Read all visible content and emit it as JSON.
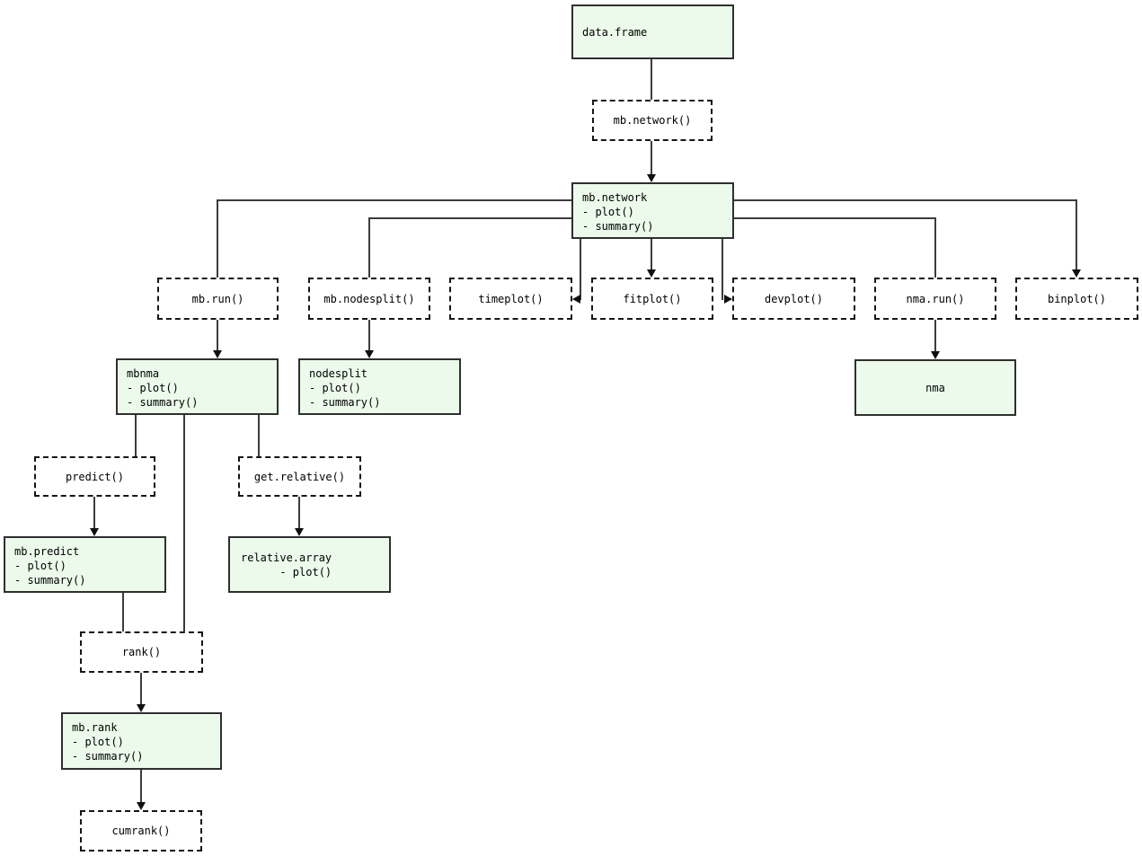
{
  "diagram": {
    "background_color": "#ffffff",
    "node_fill_color": "#ebfaeb",
    "line_color": "#3c3c3c",
    "solid_box_style": "object (green fill, solid border)",
    "dashed_box_style": "function (white fill, dashed border)"
  },
  "nodes": {
    "data_frame": {
      "label": "data.frame"
    },
    "mb_network_fn": {
      "label": "mb.network()"
    },
    "mb_network": {
      "lines": [
        "mb.network",
        "- plot()",
        "- summary()"
      ]
    },
    "mb_run": {
      "label": "mb.run()"
    },
    "mb_nodesplit": {
      "label": "mb.nodesplit()"
    },
    "timeplot": {
      "label": "timeplot()"
    },
    "fitplot": {
      "label": "fitplot()"
    },
    "devplot": {
      "label": "devplot()"
    },
    "nma_run": {
      "label": "nma.run()"
    },
    "binplot": {
      "label": "binplot()"
    },
    "mbnma": {
      "lines": [
        "mbnma",
        "- plot()",
        "- summary()"
      ]
    },
    "nodesplit": {
      "lines": [
        "nodesplit",
        "- plot()",
        "- summary()"
      ]
    },
    "nma": {
      "label": "nma"
    },
    "predict": {
      "label": "predict()"
    },
    "get_relative": {
      "label": "get.relative()"
    },
    "mb_predict": {
      "lines": [
        "mb.predict",
        "- plot()",
        "- summary()"
      ]
    },
    "relative_array": {
      "lines": [
        "relative.array",
        "      - plot()"
      ]
    },
    "rank": {
      "label": "rank()"
    },
    "mb_rank": {
      "lines": [
        "mb.rank",
        "- plot()",
        "- summary()"
      ]
    },
    "cumrank": {
      "label": "cumrank()"
    }
  },
  "edges": [
    {
      "from": "data.frame",
      "to": "mb.network()",
      "arrow": false
    },
    {
      "from": "mb.network()",
      "to": "mb.network",
      "arrow": true
    },
    {
      "from": "mb.network",
      "to": "mb.run()",
      "arrow": false
    },
    {
      "from": "mb.network",
      "to": "mb.nodesplit()",
      "arrow": false
    },
    {
      "from": "mb.network",
      "to": "timeplot()",
      "arrow": true
    },
    {
      "from": "mb.network",
      "to": "fitplot()",
      "arrow": true
    },
    {
      "from": "mb.network",
      "to": "devplot()",
      "arrow": true
    },
    {
      "from": "mb.network",
      "to": "nma.run()",
      "arrow": false
    },
    {
      "from": "mb.network",
      "to": "binplot()",
      "arrow": true
    },
    {
      "from": "mb.run()",
      "to": "mbnma",
      "arrow": true
    },
    {
      "from": "mb.nodesplit()",
      "to": "nodesplit",
      "arrow": true
    },
    {
      "from": "nma.run()",
      "to": "nma",
      "arrow": true
    },
    {
      "from": "mbnma",
      "to": "predict()",
      "arrow": false
    },
    {
      "from": "mbnma",
      "to": "get.relative()",
      "arrow": false
    },
    {
      "from": "mbnma",
      "to": "rank()",
      "arrow": false
    },
    {
      "from": "predict()",
      "to": "mb.predict",
      "arrow": true
    },
    {
      "from": "get.relative()",
      "to": "relative.array",
      "arrow": true
    },
    {
      "from": "mb.predict",
      "to": "rank()",
      "arrow": false
    },
    {
      "from": "rank()",
      "to": "mb.rank",
      "arrow": true
    },
    {
      "from": "mb.rank",
      "to": "cumrank()",
      "arrow": true
    }
  ]
}
